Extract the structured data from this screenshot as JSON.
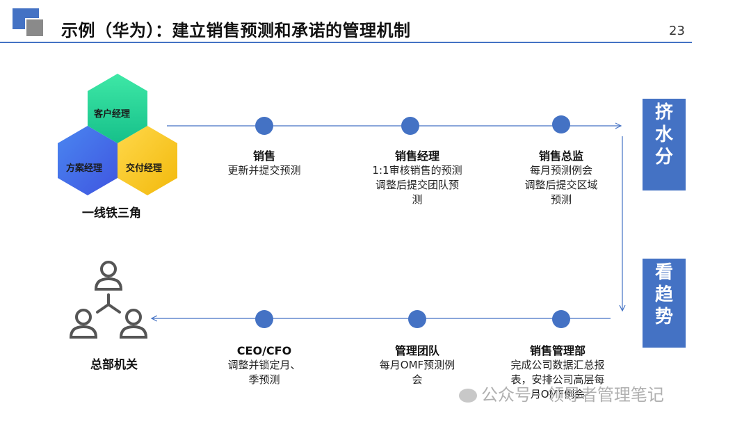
{
  "header": {
    "title": "示例（华为）：建立销售预测和承诺的管理机制",
    "page_number": "23"
  },
  "iron_triangle": {
    "top": "客户经理",
    "left": "方案经理",
    "right": "交付经理",
    "label": "一线铁三角"
  },
  "headquarters": {
    "label": "总部机关"
  },
  "top_flow": [
    {
      "role": "销售",
      "lines": [
        "更新并提交预测"
      ]
    },
    {
      "role": "销售经理",
      "lines": [
        "1:1审核销售的预测",
        "调整后提交团队预",
        "测"
      ]
    },
    {
      "role": "销售总监",
      "lines": [
        "每月预测例会",
        "调整后提交区域",
        "预测"
      ]
    }
  ],
  "bottom_flow": [
    {
      "role": "CEO/CFO",
      "lines": [
        "调整并锁定月、",
        "季预测"
      ]
    },
    {
      "role": "管理团队",
      "lines": [
        "每月OMF预测例",
        "会"
      ]
    },
    {
      "role": "销售管理部",
      "lines": [
        "完成公司数据汇总报",
        "表，安排公司高层每",
        "月OMF例会"
      ]
    }
  ],
  "side_labels": {
    "squeeze": [
      "挤",
      "水",
      "分"
    ],
    "trend": [
      "看",
      "趋",
      "势"
    ]
  },
  "watermark": "公众号 · 领导者管理笔记",
  "colors": {
    "accent": "#4472c4",
    "hex_green": "#2ed39a",
    "hex_blue": "#3f6ee8",
    "hex_yellow": "#f7c21c"
  }
}
